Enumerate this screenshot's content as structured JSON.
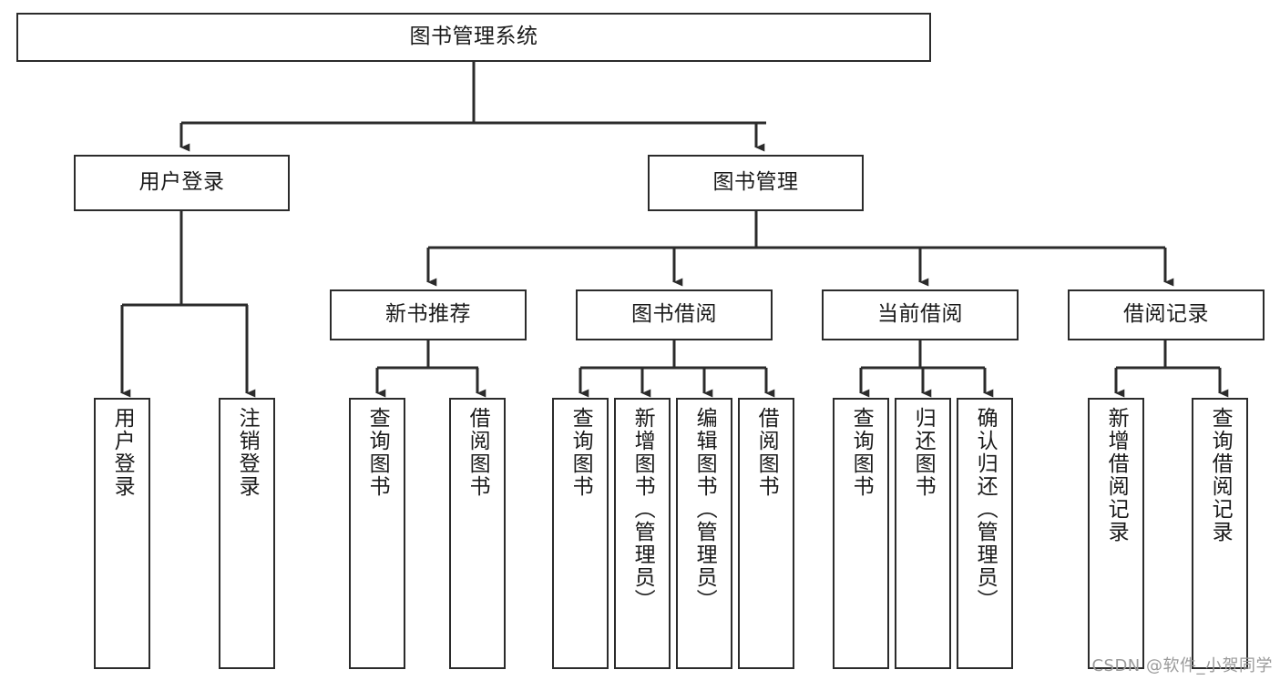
{
  "diagram": {
    "title": "图书管理系统",
    "watermark": "CSDN @软件_小贺同学",
    "line_color": "#2b2b2b",
    "box_fill": "#ffffff",
    "text_color": "#1a1a1a",
    "nodes": {
      "root": "图书管理系统",
      "level2": {
        "user_login": "用户登录",
        "book_manage": "图书管理"
      },
      "level3": {
        "new_book_rec": "新书推荐",
        "book_borrow": "图书借阅",
        "current_borrow": "当前借阅",
        "borrow_record": "借阅记录"
      },
      "leaves": {
        "user_login_1": "用户登录",
        "user_login_2": "注销登录",
        "new_book_rec_1": "查询图书",
        "new_book_rec_2": "借阅图书",
        "book_borrow_1": "查询图书",
        "book_borrow_2": "新增图书（管理员）",
        "book_borrow_3": "编辑图书（管理员）",
        "book_borrow_4": "借阅图书",
        "current_borrow_1": "查询图书",
        "current_borrow_2": "归还图书",
        "current_borrow_3": "确认归还（管理员）",
        "borrow_record_1": "新增借阅记录",
        "borrow_record_2": "查询借阅记录"
      }
    }
  }
}
